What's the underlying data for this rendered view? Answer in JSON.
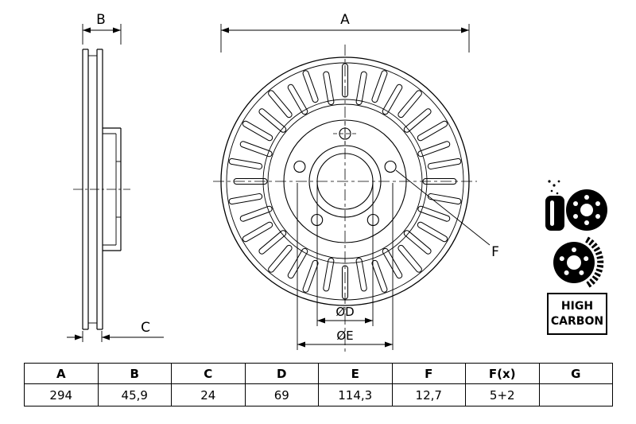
{
  "drawing": {
    "dim_a": "A",
    "dim_b": "B",
    "dim_c": "C",
    "dim_d": "ØD",
    "dim_e": "ØE",
    "dim_f": "F"
  },
  "badge": {
    "line1": "HIGH",
    "line2": "CARBON"
  },
  "table": {
    "headers": [
      "A",
      "B",
      "C",
      "D",
      "E",
      "F",
      "F(x)",
      "G"
    ],
    "values": [
      "294",
      "45,9",
      "24",
      "69",
      "114,3",
      "12,7",
      "5+2",
      ""
    ]
  },
  "colors": {
    "line": "#000000",
    "background": "#ffffff"
  }
}
